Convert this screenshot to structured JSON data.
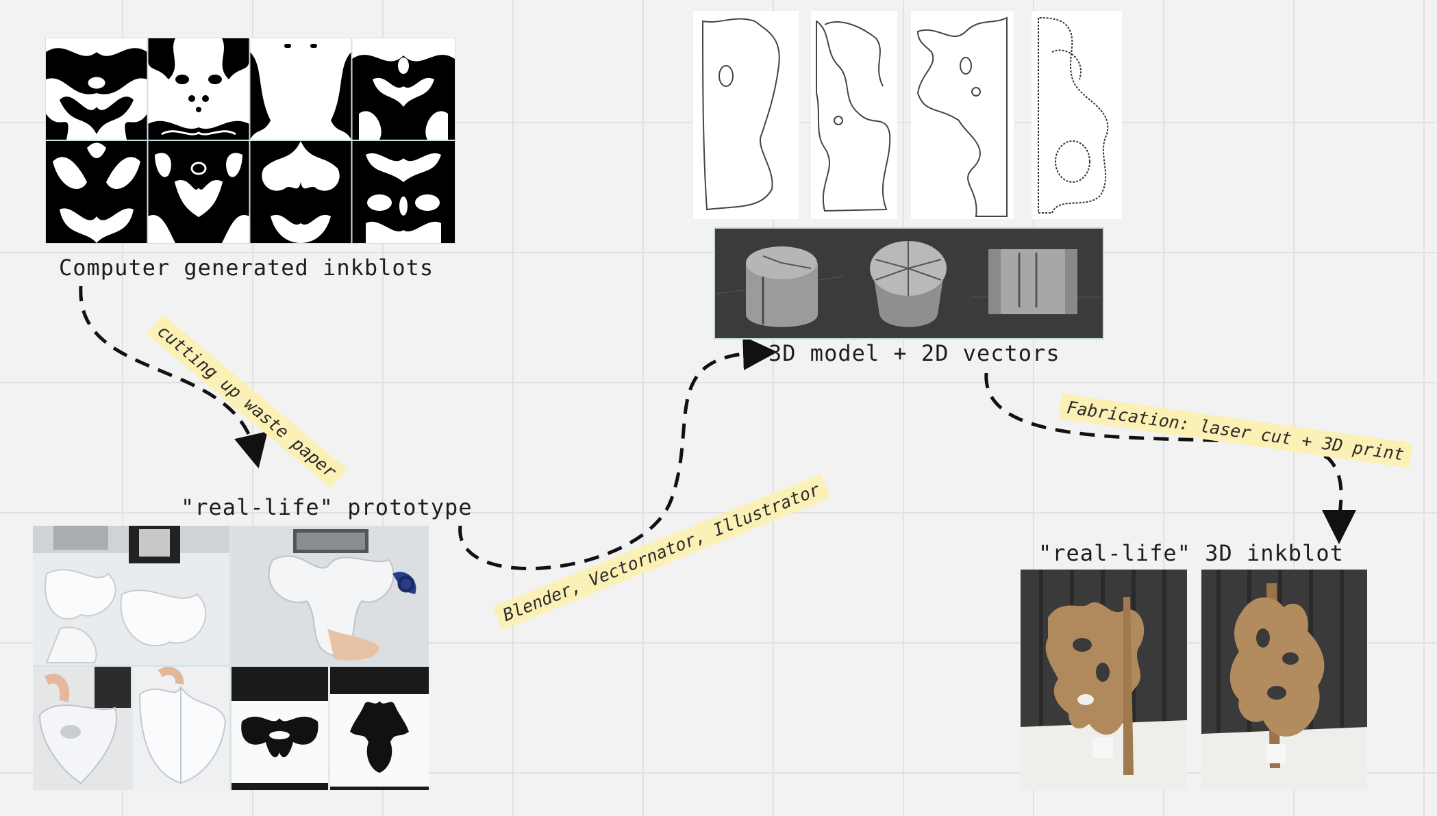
{
  "board": {
    "labels": {
      "inkblots": "Computer generated inkblots",
      "prototype": "\"real-life\" prototype",
      "model": "3D model + 2D vectors",
      "result": "\"real-life\" 3D inkblot"
    },
    "notes": {
      "cutting": "cutting up waste paper",
      "software": "Blender, Vectornator, Illustrator",
      "fabrication": "Fabrication: laser cut + 3D print"
    }
  },
  "colors": {
    "background": "#f2f2f2",
    "grid": "#e1e1e1",
    "sticky": "#fbf1b6",
    "ink": "#111111",
    "cardboard": "#b08a5c",
    "curtain": "#3a3a3a"
  },
  "icons": [
    "arrowhead-icon"
  ]
}
